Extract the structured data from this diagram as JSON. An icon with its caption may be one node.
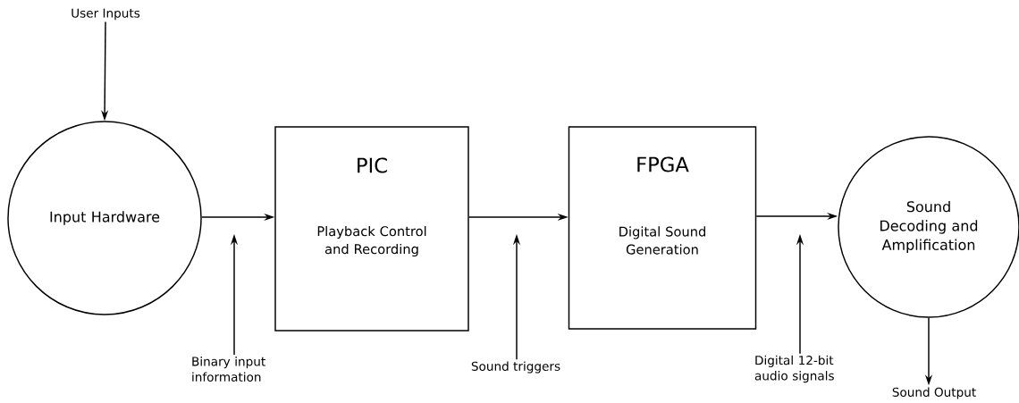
{
  "diagram": {
    "nodes": [
      {
        "text": [
          "User Inputs"
        ]
      },
      {
        "text": [
          "Input Hardware"
        ]
      },
      {
        "text": [
          "PIC",
          "Playback Control and Recording"
        ]
      },
      {
        "text": [
          "FPGA",
          "Digital Sound Generation"
        ]
      },
      {
        "text": [
          "Sound Decoding and Amplification"
        ]
      },
      {
        "text": [
          "Sound Output"
        ]
      },
      {
        "text": [
          "Binary input information"
        ]
      },
      {
        "text": [
          "Sound triggers"
        ]
      },
      {
        "text": [
          "Digital 12-bit audio signals"
        ]
      }
    ],
    "edges": [
      {
        "from": 0,
        "to": 1,
        "arrow": "to"
      },
      {
        "from": 1,
        "to": 2,
        "arrow": "to"
      },
      {
        "from": 2,
        "to": 3,
        "arrow": "to"
      },
      {
        "from": 3,
        "to": 4,
        "arrow": "to"
      },
      {
        "from": 4,
        "to": 5,
        "arrow": "to"
      },
      {
        "from": 6,
        "to": null,
        "arrow": "to"
      },
      {
        "from": 7,
        "to": null,
        "arrow": "to"
      },
      {
        "from": 8,
        "to": null,
        "arrow": "to"
      }
    ]
  }
}
